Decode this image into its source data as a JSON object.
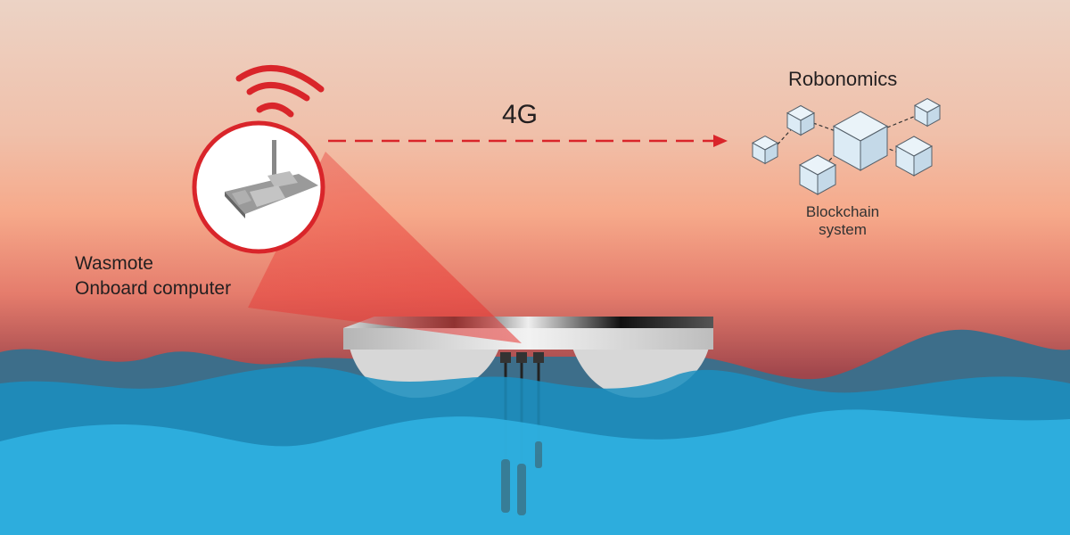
{
  "link_label": "4G",
  "network": {
    "title": "Robonomics",
    "caption_line1": "Blockchain",
    "caption_line2": "system"
  },
  "device": {
    "line1": "Wasmote",
    "line2": "Onboard computer"
  },
  "colors": {
    "accent": "#d9252a",
    "water_front": "#2fb0e0",
    "water_mid": "#1a8fc0",
    "water_back": "#3d6e8a",
    "cube": "#dcebf5"
  }
}
